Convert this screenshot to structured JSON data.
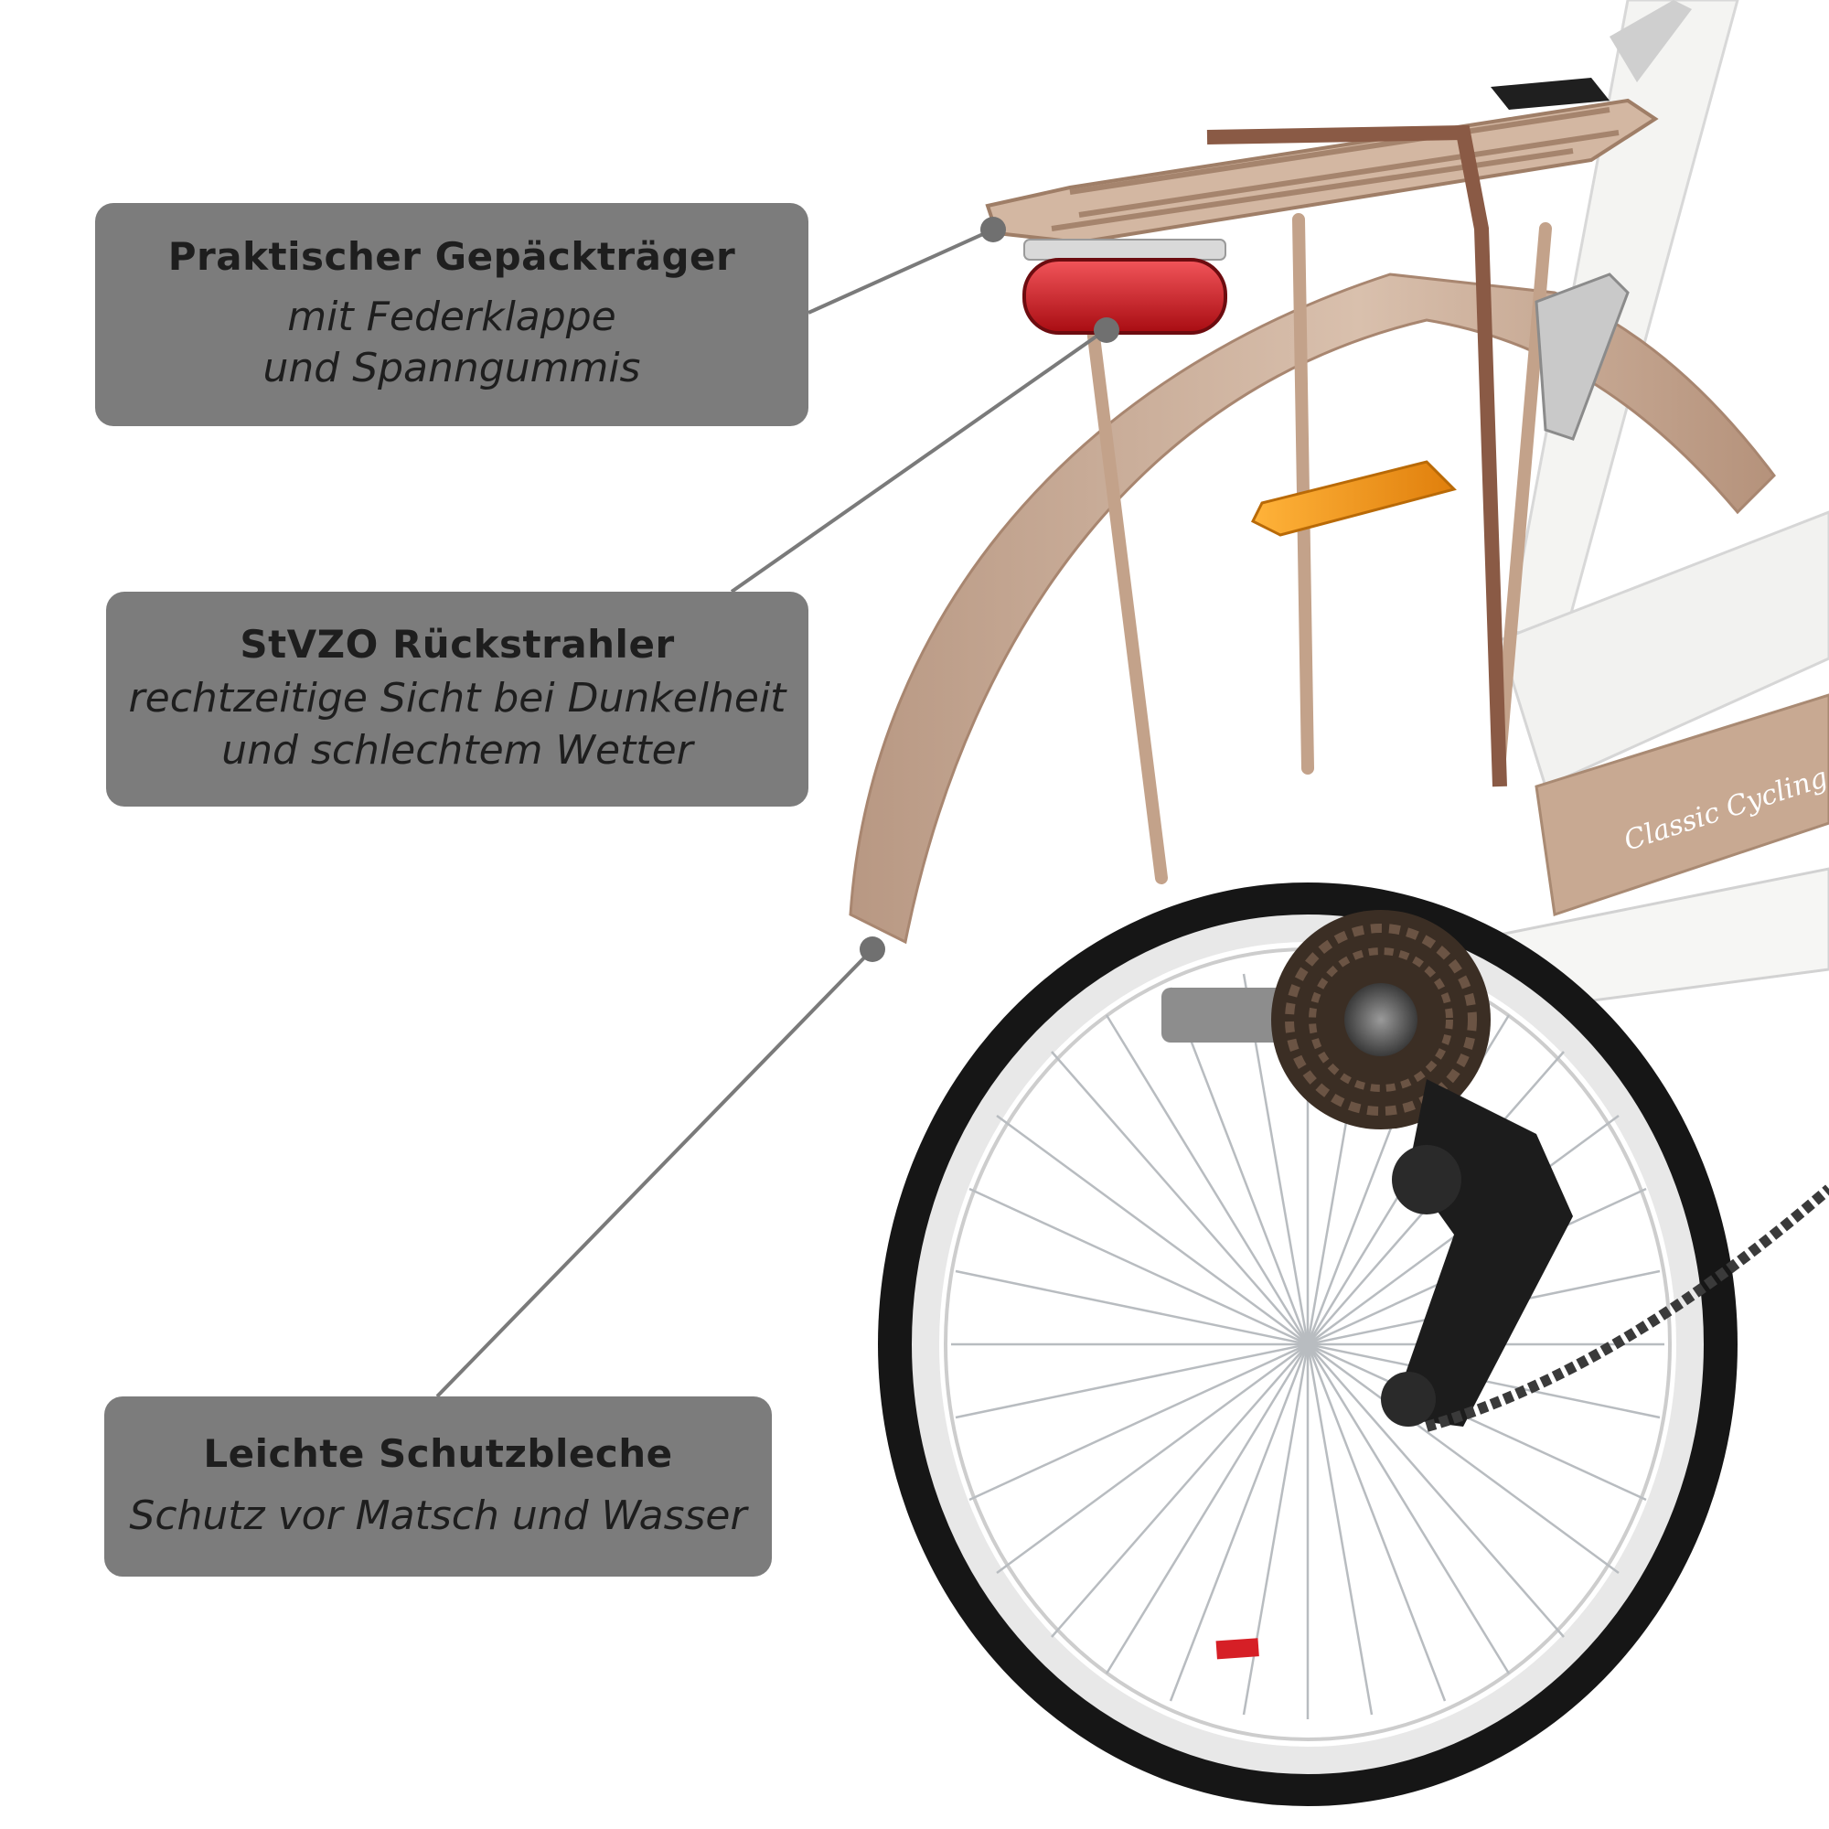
{
  "callouts": [
    {
      "title": "Praktischer Gepäckträger",
      "subtitle": "mit Federklappe\nund Spanngummis"
    },
    {
      "title": "StVZO Rückstrahler",
      "subtitle": "rechtzeitige Sicht bei Dunkelheit\nund schlechtem Wetter"
    },
    {
      "title": "Leichte Schutzbleche",
      "subtitle": "Schutz vor Matsch und Wasser"
    }
  ],
  "photo": {
    "frame_brand": "Classic Cycling",
    "colors": {
      "frame": "#f4f4f2",
      "rack_fender": "#c8a992",
      "tire": "#161616",
      "rim": "#e8e8e8",
      "rear_reflector": "#d4141a",
      "spoke_reflector": "#f39a1c",
      "strap": "#8a5a45",
      "callout_bg": "#7c7c7c",
      "marker_dot": "#707070"
    }
  }
}
